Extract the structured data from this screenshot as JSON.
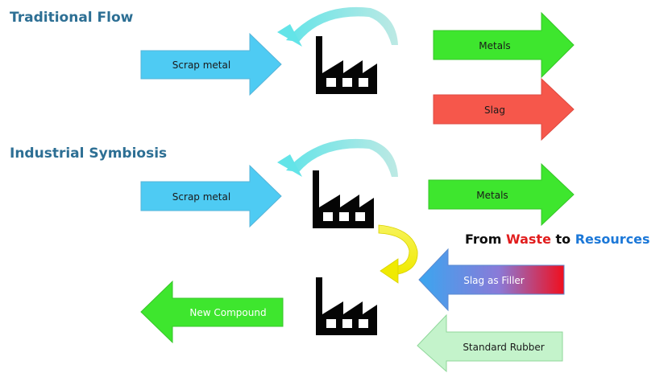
{
  "sections": {
    "traditional": {
      "title": "Traditional Flow",
      "input_label": "Scrap metal",
      "output_metals_label": "Metals",
      "output_slag_label": "Slag"
    },
    "symbiosis": {
      "title": "Industrial Symbiosis",
      "input_label": "Scrap metal",
      "output_metals_label": "Metals",
      "filler_label": "Slag as Filler",
      "rubber_label": "Standard Rubber",
      "product_label": "New Compound"
    }
  },
  "slogan": {
    "part1": "From ",
    "part2": "Waste",
    "part3": " to ",
    "part4": "Resources"
  },
  "colors": {
    "title": "#2d6f94",
    "arrow_blue": "#4ecbf3",
    "arrow_green": "#3ee62e",
    "arrow_red": "#f6574b",
    "arrow_light_green": "#c4f3cb",
    "curve_cyan": "#7fe0e0",
    "curve_yellow": "#f4ef2c",
    "factory": "#050505",
    "waste_text": "#e11d1d",
    "resources_text": "#1c78d8"
  },
  "icons": [
    "factory-icon",
    "recycle-curve-arrow",
    "transfer-curve-arrow"
  ]
}
